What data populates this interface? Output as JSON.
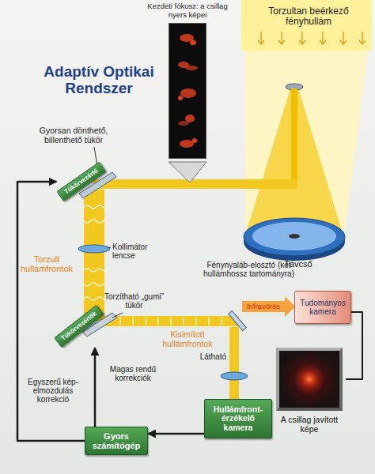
{
  "diagram": {
    "title": "Adaptív Optikai Rendszer",
    "nodes": [
      {
        "text": [
          "Kezdeti fókusz: a csillag nyers képei"
        ]
      },
      {
        "text": [
          "Tükörvezérlő"
        ]
      },
      {
        "text": [
          "Tükörvezérlők"
        ]
      },
      {
        "text": [
          "Tudományos kamera"
        ]
      },
      {
        "text": [
          "A csillag javított képe"
        ]
      },
      {
        "text": [
          "Hullámfront-érzékelő kamera"
        ]
      },
      {
        "text": [
          "Gyors számítógép"
        ]
      }
    ],
    "edges": [
      {
        "from": 6,
        "to": 2,
        "arrow": "to",
        "label": "Magas rendű korrekciók"
      },
      {
        "from": 6,
        "to": 1,
        "arrow": "to",
        "label": "Egyszerű kép-elmozdulás korrekció"
      },
      {
        "from": 5,
        "to": 6,
        "arrow": "to"
      },
      {
        "from": 3,
        "to": 4,
        "arrow": "none"
      }
    ],
    "labels": [
      "Torzultan beérkező fényhullám",
      "Gyorsan dönthető, billenthető tükör",
      "Kollimátor lencse",
      "Torzult hullámfrontok",
      "Távcső",
      "Fénynyaláb-elosztó (két hullámhossz tartományra)",
      "Torzítható „gumi” tükör",
      "Kisimított hullámfrontok",
      "Infravörös",
      "Látható"
    ]
  }
}
